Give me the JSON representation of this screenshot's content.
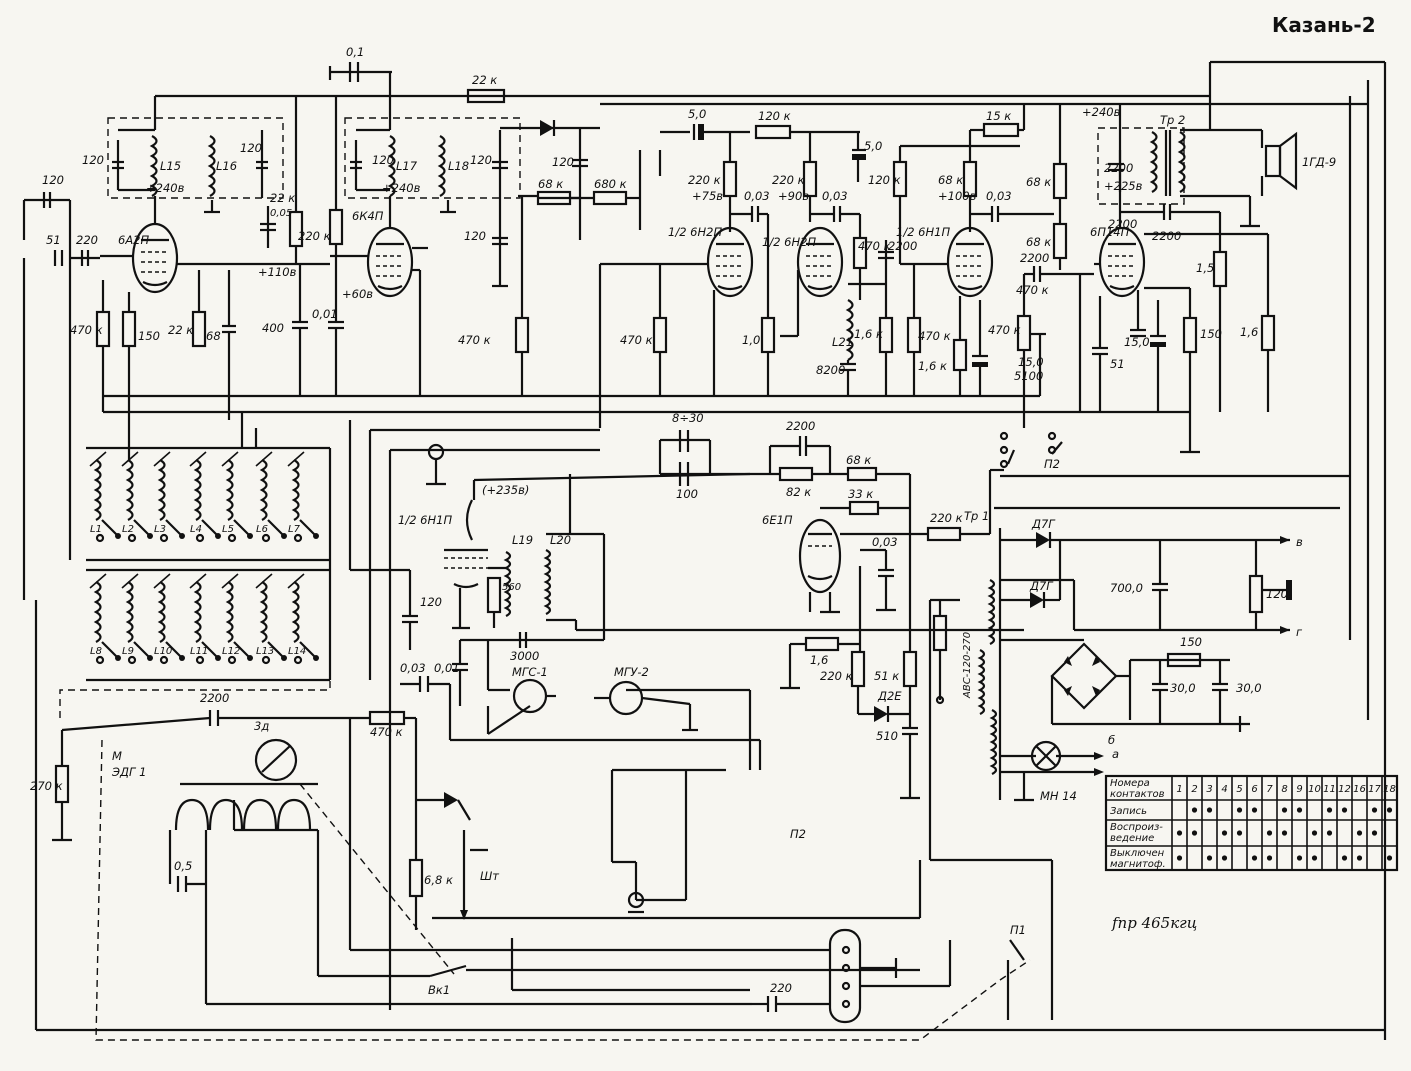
{
  "title": "Казань-2",
  "if_note": "fпр 465кгц",
  "tubes": {
    "v1": "6А2П",
    "v2": "6К4П",
    "v3": "1/2 6Н2П",
    "v4": "1/2 6Н2П",
    "v5": "1/2 6Н1П",
    "v6": "6П14П",
    "v7": "1/2 6Н1П",
    "v8": "6Е1П"
  },
  "inductors": {
    "l15": "L15",
    "l16": "L16",
    "l17": "L17",
    "l18": "L18",
    "l19": "L19",
    "l20": "L20",
    "l21": "L21",
    "band_top": [
      "L1",
      "L2",
      "L3",
      "L4",
      "L5",
      "L6",
      "L7"
    ],
    "band_bottom": [
      "L8",
      "L9",
      "L10",
      "L11",
      "L12",
      "L13",
      "L14"
    ]
  },
  "resistors": {
    "r_22k_top": "22 к",
    "r_120k": "120 к",
    "r_15k": "15 к",
    "r_68k_a": "68 к",
    "r_680k": "680 к",
    "r_220k_a": "220 к",
    "r_220k_b": "220 к",
    "r_120k_b": "120 к",
    "r_68k_b": "68 к",
    "r_68k_c": "68 к",
    "r_68k_d": "68 к",
    "r_22k_b": "22 к",
    "r_220k_c": "220 к",
    "r_470k_a": "470 к",
    "r_150_a": "150",
    "r_22k_c": "22 к",
    "r_470k_b": "470 к",
    "r_470k_c": "470 к",
    "r_470k_d": "470 к",
    "r_1_0": "1,0",
    "r_470k_e": "470 к",
    "r_1_6k_a": "1,6 к",
    "r_470k_f": "470 к",
    "r_1_6k_b": "1,6 к",
    "r_470k_g": "470 к",
    "r_1_5": "1,5",
    "r_150_b": "150",
    "r_1_6": "1,6",
    "r_82k": "82 к",
    "r_68k_e": "68 к",
    "r_33k": "33 к",
    "r_220k_d": "220 к",
    "r_560": "560",
    "r_1_6_b": "1,6",
    "r_220k_e": "220 к",
    "r_51k": "51 к",
    "r_120": "120",
    "r_150_c": "150",
    "r_470k_h": "470 к",
    "r_270k": "270 к",
    "r_6_8k": "6,8 к"
  },
  "capacitors": {
    "c_0_1": "0,1",
    "c_5_0_a": "5,0",
    "c_5_0_b": "5,0",
    "c_120_a": "120",
    "c_120_b": "120",
    "c_120_c": "120",
    "c_120_d": "120",
    "c_120_e": "120",
    "c_120_f": "120",
    "c_120_g": "120",
    "c_51": "51",
    "c_220": "220",
    "c_0_05": "0,05",
    "c_400": "400",
    "c_0_01_a": "0,01",
    "c_68": "68",
    "c_0_03_a": "0,03",
    "c_0_03_b": "0,03",
    "c_0_03_c": "0,03",
    "c_2200_a": "2200",
    "c_2200_b": "2200",
    "c_2200_c": "2200",
    "c_8200": "8200",
    "c_15_0": "15,0",
    "c_5100": "5100",
    "c_51_b": "51",
    "c_15_0_b": "15,0",
    "c_8_30": "8÷30",
    "c_100": "100",
    "c_2200_d": "2200",
    "c_0_03_d": "0,03",
    "c_120_h": "120",
    "c_0_03_e": "0,03",
    "c_0_01_b": "0,01",
    "c_3000": "3000",
    "c_2200_e": "2200",
    "c_0_5": "0,5",
    "c_700_0": "700,0",
    "c_30_0_a": "30,0",
    "c_30_0_b": "30,0",
    "c_510": "510",
    "c_220_b": "220",
    "c_2200_f": "2200"
  },
  "voltages": {
    "v240_a": "+240в",
    "v240_b": "+240в",
    "v110": "+110в",
    "v60": "+60в",
    "v75": "+75в",
    "v90": "+90в",
    "v100": "+100в",
    "v240_c": "+240в",
    "v225": "+225в",
    "v235": "(+235в)"
  },
  "misc": {
    "speaker": "1ГД-9",
    "tr1": "Тр 1",
    "tr2": "Тр 2",
    "d7g_a": "Д7Г",
    "d7g_b": "Д7Г",
    "d2e": "Д2Е",
    "bridge": "АВС-120-270",
    "lamp": "МН 14",
    "mgs": "МГС-1",
    "mgu": "МГУ-2",
    "motor_m": "М",
    "motor_edg": "ЭДГ 1",
    "zd": "3д",
    "sht": "Шт",
    "vk1": "Вк1",
    "p1": "П1",
    "p2_a": "П2",
    "p2_b": "П2",
    "out_a": "а",
    "out_b": "б",
    "out_v": "в",
    "out_g": "г",
    "node_2200": "2200"
  },
  "switch_table": {
    "header": "Номера контактов",
    "contacts": [
      "1",
      "2",
      "3",
      "4",
      "5",
      "6",
      "7",
      "8",
      "9",
      "10",
      "11",
      "12",
      "16",
      "17",
      "18"
    ],
    "rows": [
      {
        "label": "Запись",
        "marks": [
          0,
          1,
          1,
          0,
          1,
          1,
          0,
          1,
          1,
          0,
          1,
          1,
          0,
          1,
          1
        ]
      },
      {
        "label": "Воспроиз-ведение",
        "marks": [
          1,
          1,
          0,
          1,
          1,
          0,
          1,
          1,
          0,
          1,
          1,
          0,
          1,
          1,
          0
        ]
      },
      {
        "label": "Выключен магнитоф.",
        "marks": [
          1,
          0,
          1,
          1,
          0,
          1,
          1,
          0,
          1,
          1,
          0,
          1,
          1,
          0,
          1
        ]
      }
    ]
  }
}
